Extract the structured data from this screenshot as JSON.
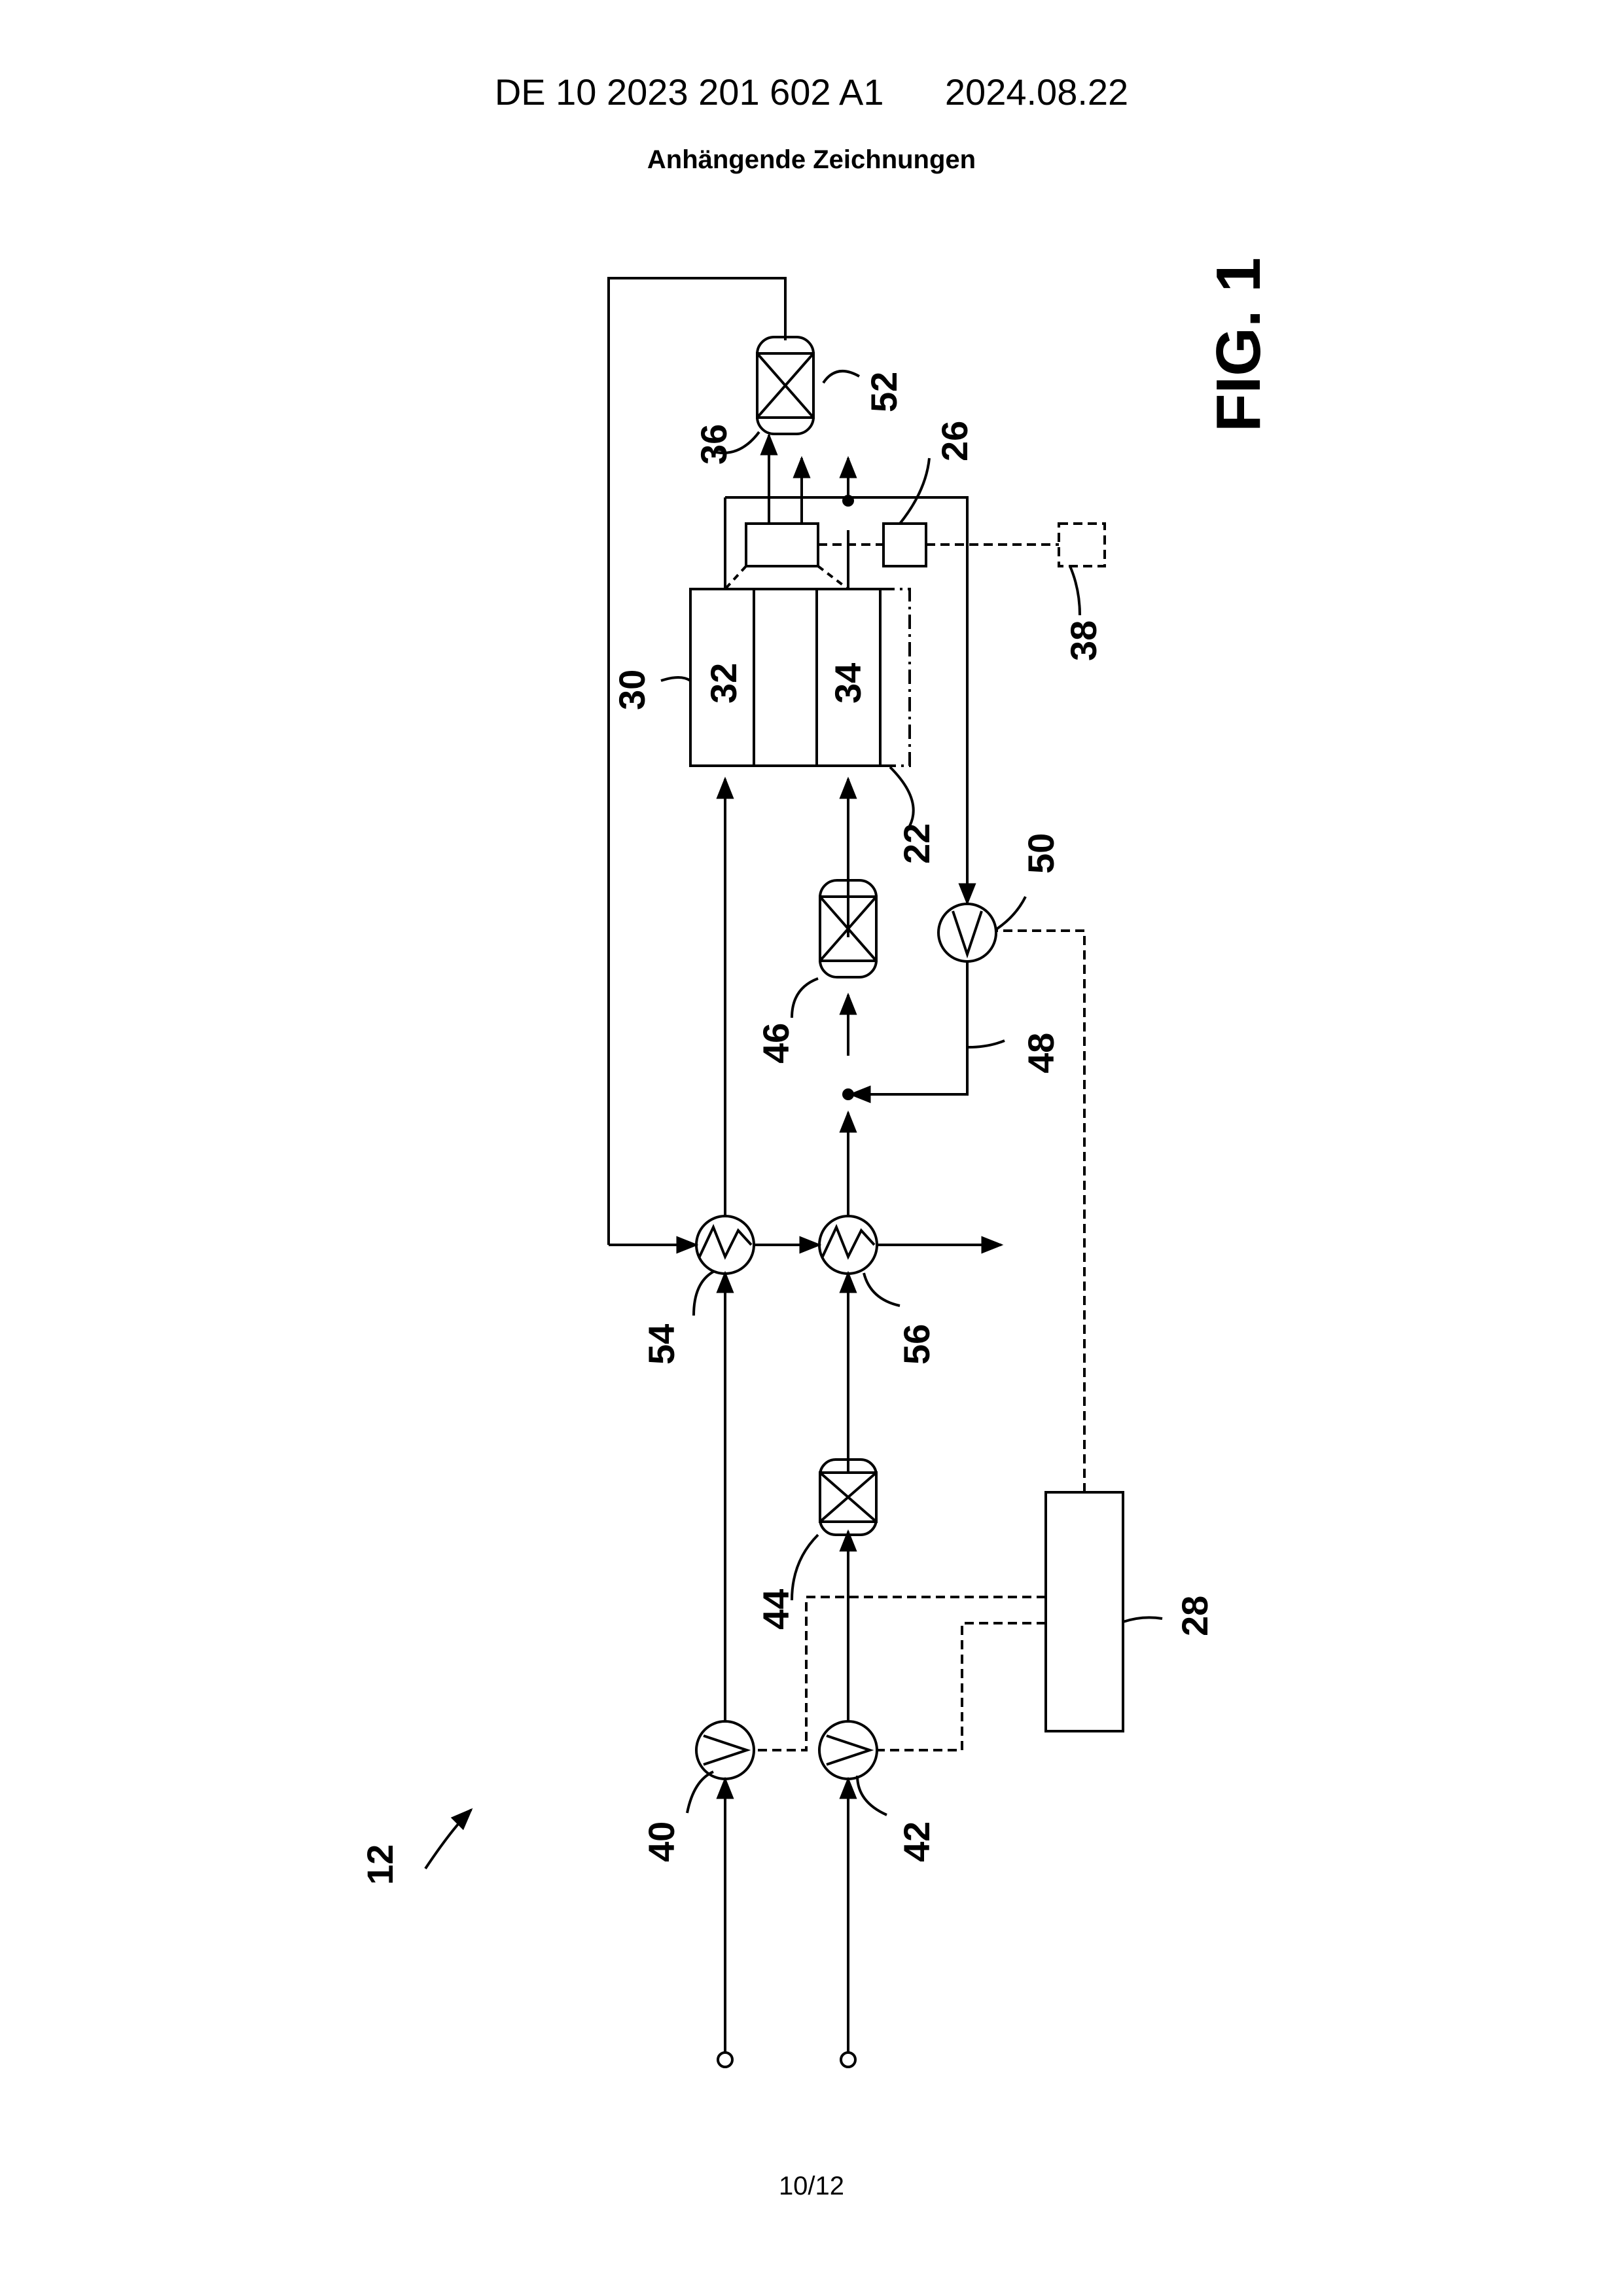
{
  "header": {
    "doc_number": "DE 10 2023 201 602 A1",
    "date": "2024.08.22",
    "subtitle": "Anhängende Zeichnungen"
  },
  "figure": {
    "title": "FIG. 1",
    "labels": {
      "system": "12",
      "fuel_cell_stack": "22",
      "sensor": "26",
      "control_unit": "28",
      "recirculation_line": "30",
      "cathode": "32",
      "anode": "34",
      "separator_unit": "36",
      "external_unit": "38",
      "compressor_1": "40",
      "compressor_2": "42",
      "filter_44": "44",
      "filter_46": "46",
      "return_line": "48",
      "recirc_pump": "50",
      "filter_52": "52",
      "heat_exchanger_54": "54",
      "heat_exchanger_56": "56"
    }
  },
  "footer": {
    "page": "10/12"
  }
}
